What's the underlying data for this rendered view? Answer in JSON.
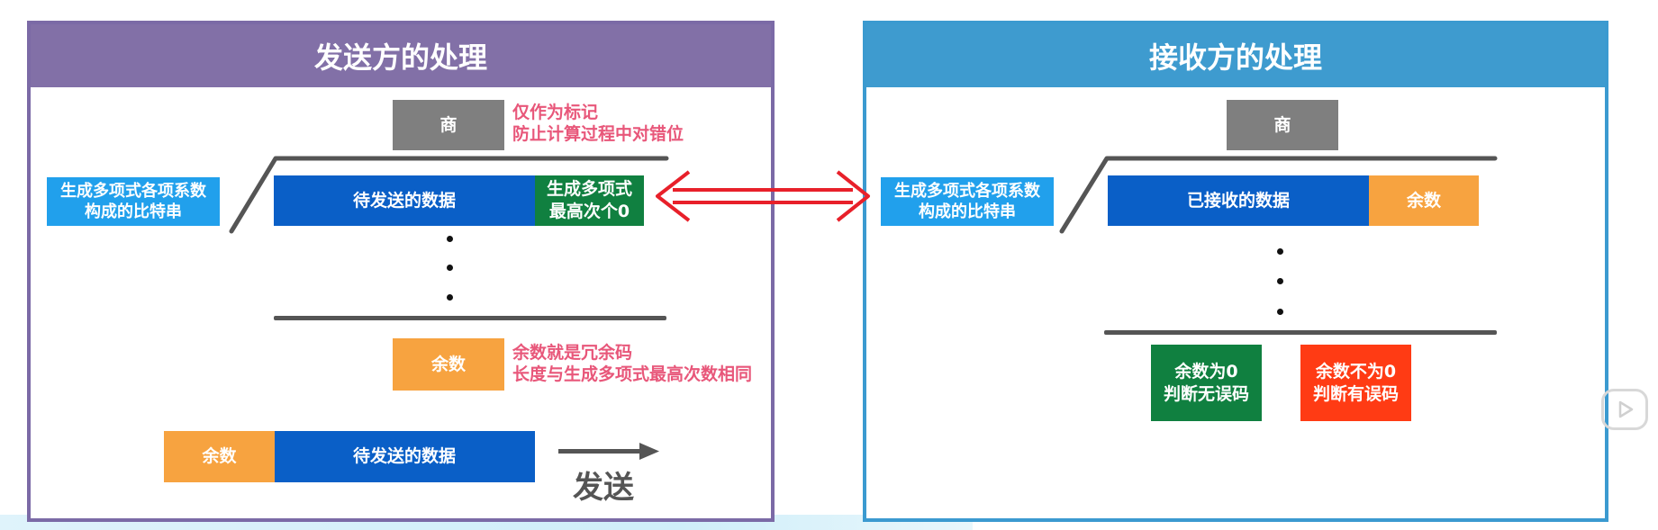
{
  "sender": {
    "title": "发送方的处理",
    "quotient": "商",
    "quotient_note": [
      "仅作为标记",
      "防止计算过程中对错位"
    ],
    "poly_label": [
      "生成多项式各项系数",
      "构成的比特串"
    ],
    "data_block": "待发送的数据",
    "zero_pad": [
      "生成多项式",
      "最高次个0"
    ],
    "remainder": "余数",
    "remainder_note": [
      "余数就是冗余码",
      "长度与生成多项式最高次数相同"
    ],
    "final_remainder": "余数",
    "final_data": "待发送的数据",
    "send_label": "发送"
  },
  "receiver": {
    "title": "接收方的处理",
    "quotient": "商",
    "poly_label": [
      "生成多项式各项系数",
      "构成的比特串"
    ],
    "data_block": "已接收的数据",
    "remainder": "余数",
    "ok_result": [
      "余数为0",
      "判断无误码"
    ],
    "err_result": [
      "余数不为0",
      "判断有误码"
    ]
  },
  "colors": {
    "sender_accent": "#8270a7",
    "receiver_accent": "#3e9bcf",
    "data_blue": "#0a5fc7",
    "pad_green": "#108040",
    "remainder_orange": "#f7a340",
    "error_red": "#ff3b14",
    "note_pink": "#e8577a",
    "arrow_red": "#e8202a"
  },
  "icons": {
    "compare_arrow": "double-headed-arrow-icon",
    "send_arrow": "right-arrow-icon",
    "play": "play-icon"
  }
}
